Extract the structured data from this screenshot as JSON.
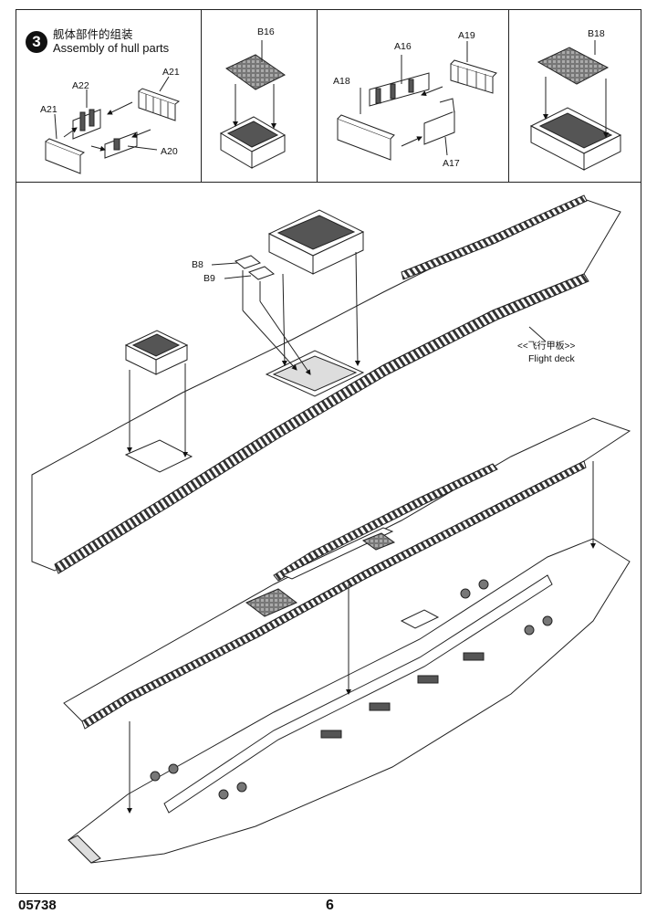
{
  "step": {
    "number": "3",
    "title_cn": "舰体部件的组装",
    "title_en": "Assembly of hull parts"
  },
  "panel1": {
    "labels": [
      "A21",
      "A22",
      "A21",
      "A20"
    ]
  },
  "panel2": {
    "labels": [
      "B16"
    ]
  },
  "panel3": {
    "labels": [
      "A16",
      "A19",
      "A18",
      "A17"
    ]
  },
  "panel4": {
    "labels": [
      "B18"
    ]
  },
  "main": {
    "labels": [
      "B8",
      "B9"
    ],
    "deck_label_cn": "<<飞行甲板>>",
    "deck_label_en": "Flight deck"
  },
  "footer": {
    "code": "05738",
    "page": "6"
  }
}
